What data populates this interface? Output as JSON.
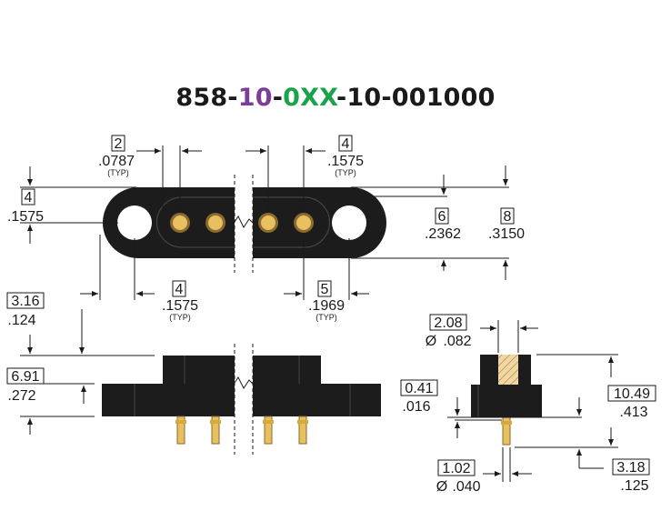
{
  "title": {
    "parts": [
      {
        "text": "858-",
        "color": "#1a1a1a"
      },
      {
        "text": "10",
        "color": "#7b3f98"
      },
      {
        "text": "-",
        "color": "#1a1a1a"
      },
      {
        "text": "0XX",
        "color": "#1aa34a"
      },
      {
        "text": "-10-001000",
        "color": "#1a1a1a"
      }
    ]
  },
  "colors": {
    "body": "#1c1c1c",
    "pin_gold": "#e8c060",
    "pin_tip": "#d9a73a",
    "insulator_tan": "#f0d6a3"
  },
  "dims": {
    "top_left_pitch": {
      "mm": "2",
      "in": ".0787",
      "note": "(TYP)"
    },
    "top_right_pitch": {
      "mm": "4",
      "in": ".1575",
      "note": "(TYP)"
    },
    "left_hole_height": {
      "mm": "4",
      "in": ".1575"
    },
    "mid_width": {
      "mm": "6",
      "in": ".2362"
    },
    "total_width": {
      "mm": "8",
      "in": ".3150"
    },
    "bottom_left_hole": {
      "mm": "4",
      "in": ".1575",
      "note": "(TYP)"
    },
    "bottom_right_pitch": {
      "mm": "5",
      "in": ".1969",
      "note": "(TYP)"
    },
    "side_top_height": {
      "mm": "3.16",
      "in": ".124"
    },
    "side_body_height": {
      "mm": "6.91",
      "in": ".272"
    },
    "pin_top_dia": {
      "mm": "2.08",
      "in": ".082",
      "symbol": "Ø"
    },
    "flange_gap": {
      "mm": "0.41",
      "in": ".016"
    },
    "overall_height": {
      "mm": "10.49",
      "in": ".413"
    },
    "pin_dia": {
      "mm": "1.02",
      "in": ".040",
      "symbol": "Ø"
    },
    "pin_ext": {
      "mm": "3.18",
      "in": ".125"
    }
  }
}
